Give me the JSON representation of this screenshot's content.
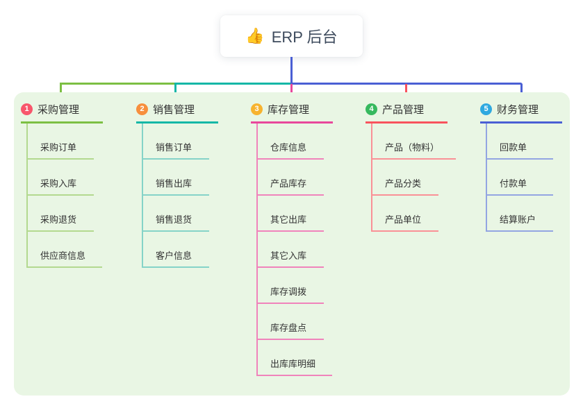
{
  "root": {
    "icon": "👍",
    "label": "ERP 后台"
  },
  "canvas": {
    "background": "#ffffff",
    "panel_background": "#e9f6e4"
  },
  "branches": [
    {
      "num": "1",
      "title": "采购管理",
      "badge_color": "#f8566b",
      "line_color": "#7cbf43",
      "light_color": "#b3d98f",
      "items": [
        "采购订单",
        "采购入库",
        "采购退货",
        "供应商信息"
      ]
    },
    {
      "num": "2",
      "title": "销售管理",
      "badge_color": "#f78f3d",
      "line_color": "#12b7a6",
      "light_color": "#85d3c8",
      "items": [
        "销售订单",
        "销售出库",
        "销售退货",
        "客户信息"
      ]
    },
    {
      "num": "3",
      "title": "库存管理",
      "badge_color": "#f7b32f",
      "line_color": "#e8489b",
      "light_color": "#f083bb",
      "items": [
        "仓库信息",
        "产品库存",
        "其它出库",
        "其它入库",
        "库存调拨",
        "库存盘点",
        "出库库明细"
      ]
    },
    {
      "num": "4",
      "title": "产品管理",
      "badge_color": "#36b95e",
      "line_color": "#f8535d",
      "light_color": "#fa9096",
      "items": [
        "产品（物料）",
        "产品分类",
        "产品单位"
      ]
    },
    {
      "num": "5",
      "title": "财务管理",
      "badge_color": "#2fa9e0",
      "line_color": "#4a5fd4",
      "light_color": "#93a5e2",
      "items": [
        "回款单",
        "付款单",
        "结算账户"
      ]
    }
  ]
}
